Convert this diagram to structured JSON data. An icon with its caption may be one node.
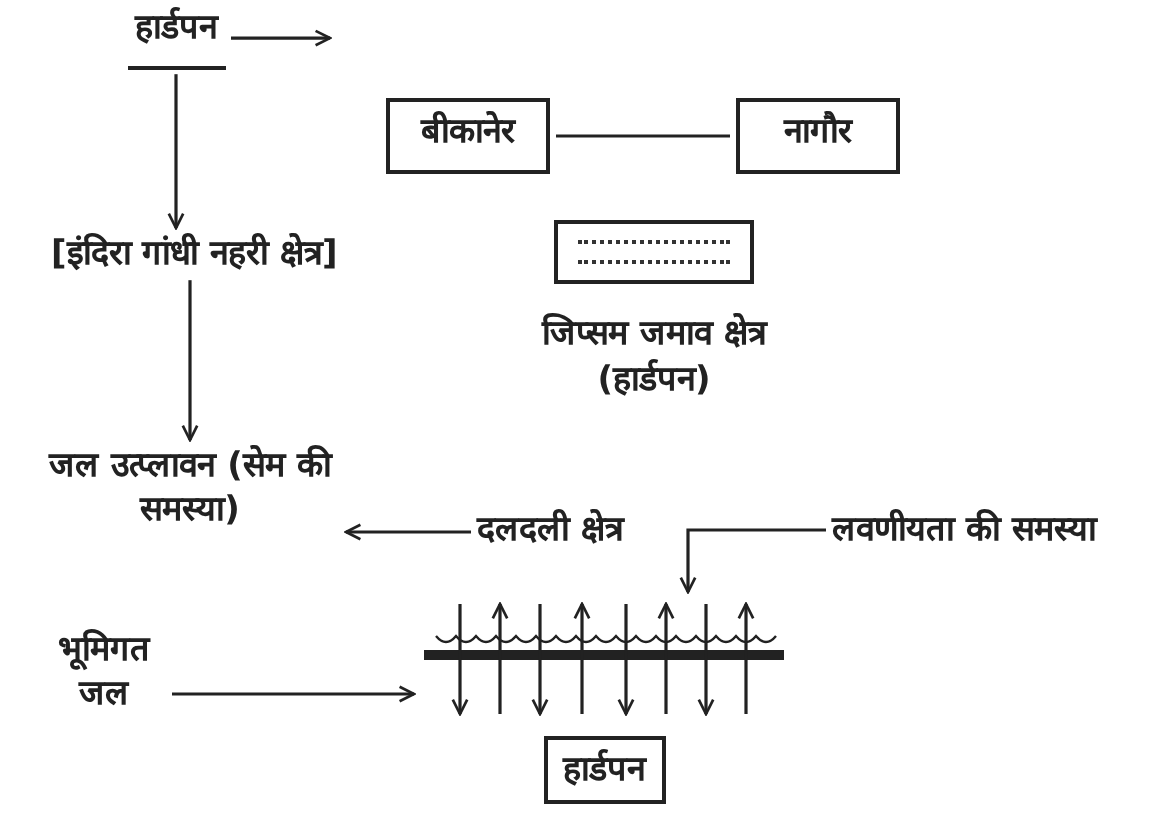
{
  "diagram": {
    "nodes": [
      {
        "text": [
          "हार्डपन"
        ]
      },
      {
        "text": [
          "[इंदिरा गांधी नहरी क्षेत्र]"
        ]
      },
      {
        "text": [
          "बीकानेर"
        ]
      },
      {
        "text": [
          "नागौर"
        ]
      },
      {
        "text": [],
        "shape": "box",
        "beside": [
          "जिप्सम जमाव क्षेत्र (हार्डपन)"
        ]
      },
      {
        "text": [
          "जल उत्प्लावन (सेम की समस्या)"
        ]
      },
      {
        "text": [
          "दलदली क्षेत्र"
        ]
      },
      {
        "text": [
          "लवणीयता की समस्या"
        ]
      },
      {
        "text": [],
        "shape": "bar"
      },
      {
        "text": [
          "भूमिगत जल"
        ]
      },
      {
        "text": [
          "हार्डपन"
        ]
      }
    ],
    "edges": [
      {
        "from": 0,
        "to": null,
        "arrow": "to"
      },
      {
        "from": 0,
        "to": 1,
        "arrow": "to"
      },
      {
        "from": 1,
        "to": 5,
        "arrow": "to"
      },
      {
        "from": 2,
        "to": 3,
        "arrow": "none"
      },
      {
        "from": 6,
        "to": 5,
        "arrow": "to"
      },
      {
        "from": 7,
        "to": 8,
        "arrow": "to"
      },
      {
        "from": 9,
        "to": 8,
        "arrow": "to"
      }
    ]
  }
}
